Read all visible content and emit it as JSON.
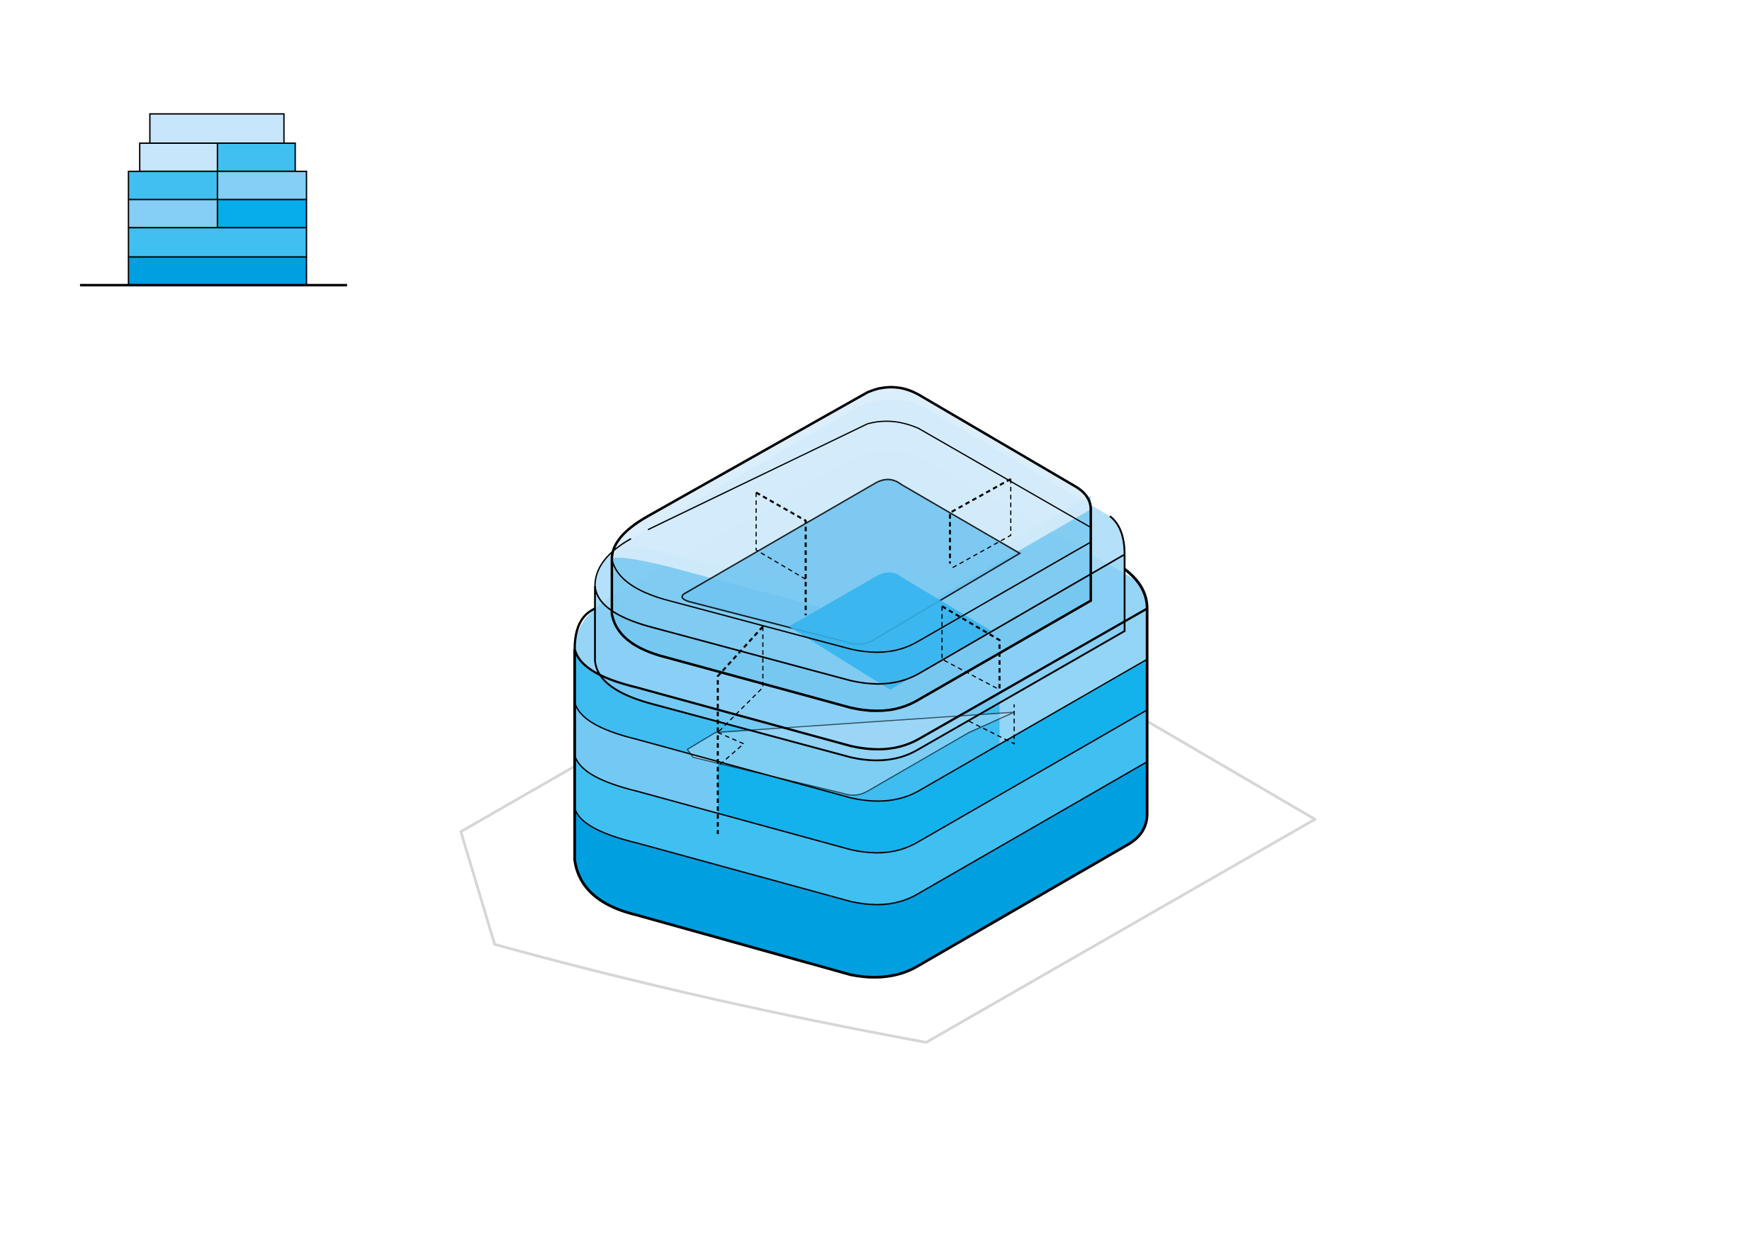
{
  "diagram": {
    "kind": "stacked-massing-axonometric",
    "colors": {
      "darkest": "#009FE0",
      "dark": "#07ACEA",
      "mid": "#40BFF1",
      "light": "#85CEF5",
      "lighter": "#A8DBF8",
      "lightest": "#C8E6FB",
      "outline": "#000000",
      "site_outline": "#d0d0d0"
    },
    "section": {
      "floors": [
        {
          "level": 1,
          "cells": [
            "darkest"
          ]
        },
        {
          "level": 2,
          "cells": [
            "mid"
          ]
        },
        {
          "level": 3,
          "cells": [
            "light",
            "dark"
          ]
        },
        {
          "level": 4,
          "cells": [
            "mid",
            "light"
          ]
        },
        {
          "level": 5,
          "cells": [
            "lightest",
            "mid"
          ]
        },
        {
          "level": 6,
          "cells": [
            "lightest"
          ]
        }
      ]
    },
    "axonometric": {
      "floor_count": 6,
      "courtyard": true
    }
  }
}
